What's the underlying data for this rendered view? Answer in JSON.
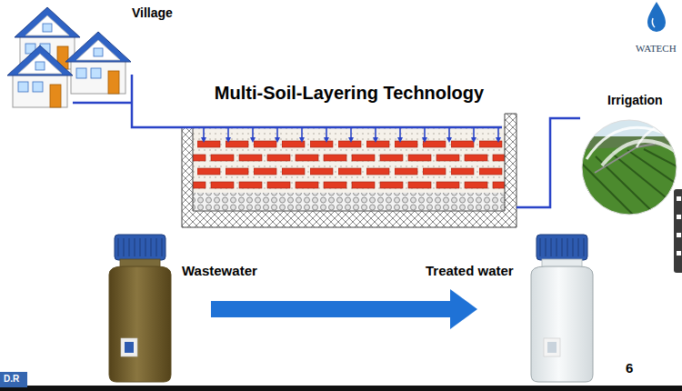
{
  "diagram": {
    "nodes": [
      {
        "text": [
          "Village"
        ]
      },
      {
        "text": [
          "Multi-Soil-Layering Technology"
        ]
      },
      {
        "text": [
          "Irrigation"
        ]
      },
      {
        "text": [
          "Wastewater"
        ]
      },
      {
        "text": [
          "Treated water"
        ]
      }
    ],
    "edges": [
      {
        "from": 0,
        "to": 1,
        "arrow": "none"
      },
      {
        "from": 1,
        "to": 2,
        "arrow": "none"
      },
      {
        "from": 3,
        "to": 4,
        "arrow": "to"
      }
    ],
    "labels": [
      "WATECH",
      "6",
      "D.R"
    ]
  }
}
